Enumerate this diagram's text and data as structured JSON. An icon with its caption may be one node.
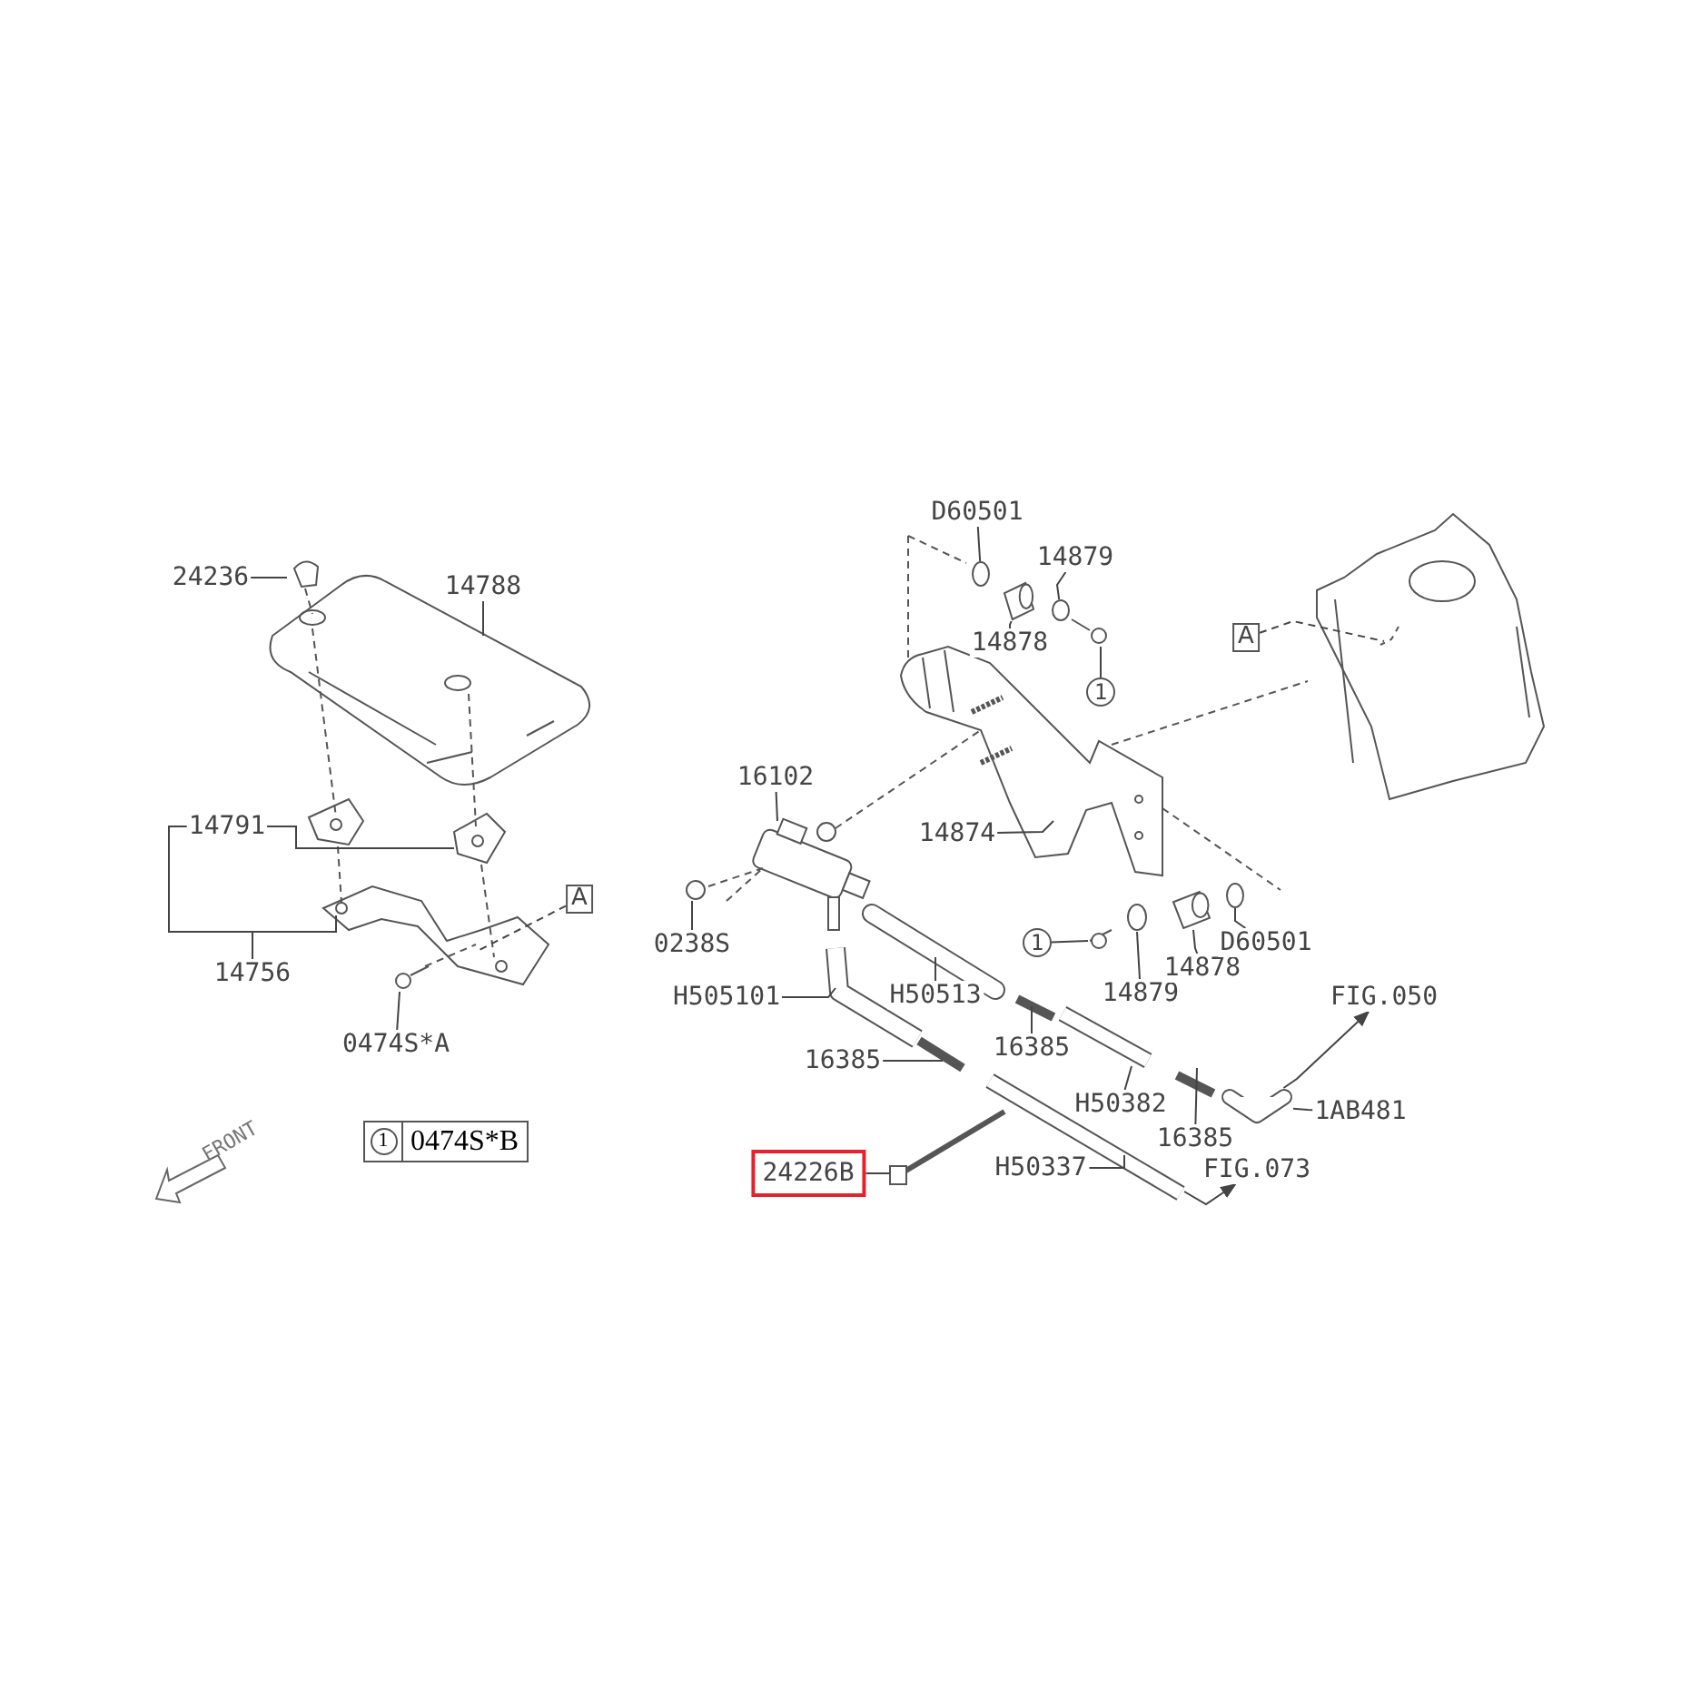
{
  "diagram": {
    "nodes": [
      {
        "text": [
          "24236"
        ]
      },
      {
        "text": [
          "14788"
        ]
      },
      {
        "text": [
          "14791"
        ]
      },
      {
        "text": [
          "14756"
        ]
      },
      {
        "text": [
          "A"
        ]
      },
      {
        "text": [
          "0474S*A"
        ]
      },
      {
        "text": [
          "D60501"
        ]
      },
      {
        "text": [
          "14879"
        ]
      },
      {
        "text": [
          "14878"
        ]
      },
      {
        "text": [
          "1"
        ]
      },
      {
        "text": [
          "A"
        ]
      },
      {
        "text": [
          "16102"
        ]
      },
      {
        "text": [
          "14874"
        ]
      },
      {
        "text": [
          "0238S"
        ]
      },
      {
        "text": [
          "1"
        ]
      },
      {
        "text": [
          "14879"
        ]
      },
      {
        "text": [
          "14878"
        ]
      },
      {
        "text": [
          "D60501"
        ]
      },
      {
        "text": [
          "H505101"
        ]
      },
      {
        "text": [
          "H50513"
        ]
      },
      {
        "text": [
          "16385"
        ]
      },
      {
        "text": [
          "16385"
        ]
      },
      {
        "text": [
          "H50382"
        ]
      },
      {
        "text": [
          "16385"
        ]
      },
      {
        "text": [
          "1AB481"
        ]
      },
      {
        "text": [
          "FIG.050"
        ]
      },
      {
        "text": [
          "FIG.073"
        ]
      },
      {
        "text": [
          "24226B"
        ]
      },
      {
        "text": [
          "H50337"
        ]
      },
      {
        "text": [],
        "shape": "circle"
      },
      {
        "text": [],
        "shape": "cylinder"
      },
      {
        "text": [],
        "shape": "cylinder"
      },
      {
        "text": [],
        "shape": "picture"
      },
      {
        "text": [],
        "shape": "circle"
      },
      {
        "text": [],
        "shape": "circle"
      }
    ],
    "edges": [
      {
        "from": 0,
        "to": null,
        "arrow": "none"
      },
      {
        "from": 1,
        "to": null,
        "arrow": "none"
      },
      {
        "from": 2,
        "to": null,
        "arrow": "none"
      },
      {
        "from": 2,
        "to": null,
        "arrow": "none"
      },
      {
        "from": 2,
        "to": null,
        "arrow": "none"
      },
      {
        "from": 3,
        "to": null,
        "arrow": "none"
      },
      {
        "from": 4,
        "to": null,
        "arrow": "none",
        "style": "dashed"
      },
      {
        "from": 5,
        "to": null,
        "arrow": "none"
      },
      {
        "from": 6,
        "to": 33,
        "arrow": "none"
      },
      {
        "from": 7,
        "to": 29,
        "arrow": "none"
      },
      {
        "from": 8,
        "to": 30,
        "arrow": "none"
      },
      {
        "from": 9,
        "to": null,
        "arrow": "none"
      },
      {
        "from": 10,
        "to": null,
        "arrow": "none",
        "style": "dashed"
      },
      {
        "from": 11,
        "to": null,
        "arrow": "none"
      },
      {
        "from": 12,
        "to": null,
        "arrow": "none"
      },
      {
        "from": 13,
        "to": null,
        "arrow": "none"
      },
      {
        "from": 14,
        "to": null,
        "arrow": "none"
      },
      {
        "from": 15,
        "to": null,
        "arrow": "none"
      },
      {
        "from": 16,
        "to": 31,
        "arrow": "none"
      },
      {
        "from": 17,
        "to": 34,
        "arrow": "none"
      },
      {
        "from": 18,
        "to": null,
        "arrow": "none"
      },
      {
        "from": 19,
        "to": null,
        "arrow": "none"
      },
      {
        "from": 20,
        "to": null,
        "arrow": "none"
      },
      {
        "from": 21,
        "to": null,
        "arrow": "none"
      },
      {
        "from": 22,
        "to": null,
        "arrow": "none"
      },
      {
        "from": 23,
        "to": null,
        "arrow": "none"
      },
      {
        "from": 24,
        "to": 32,
        "arrow": "none"
      },
      {
        "from": 32,
        "to": 25,
        "arrow": "to"
      },
      {
        "from": null,
        "to": 26,
        "arrow": "to"
      },
      {
        "from": 27,
        "to": null,
        "arrow": "none"
      },
      {
        "from": 28,
        "to": null,
        "arrow": "none"
      }
    ],
    "labels": [
      "FRONT",
      "1",
      "0474S*B"
    ]
  }
}
